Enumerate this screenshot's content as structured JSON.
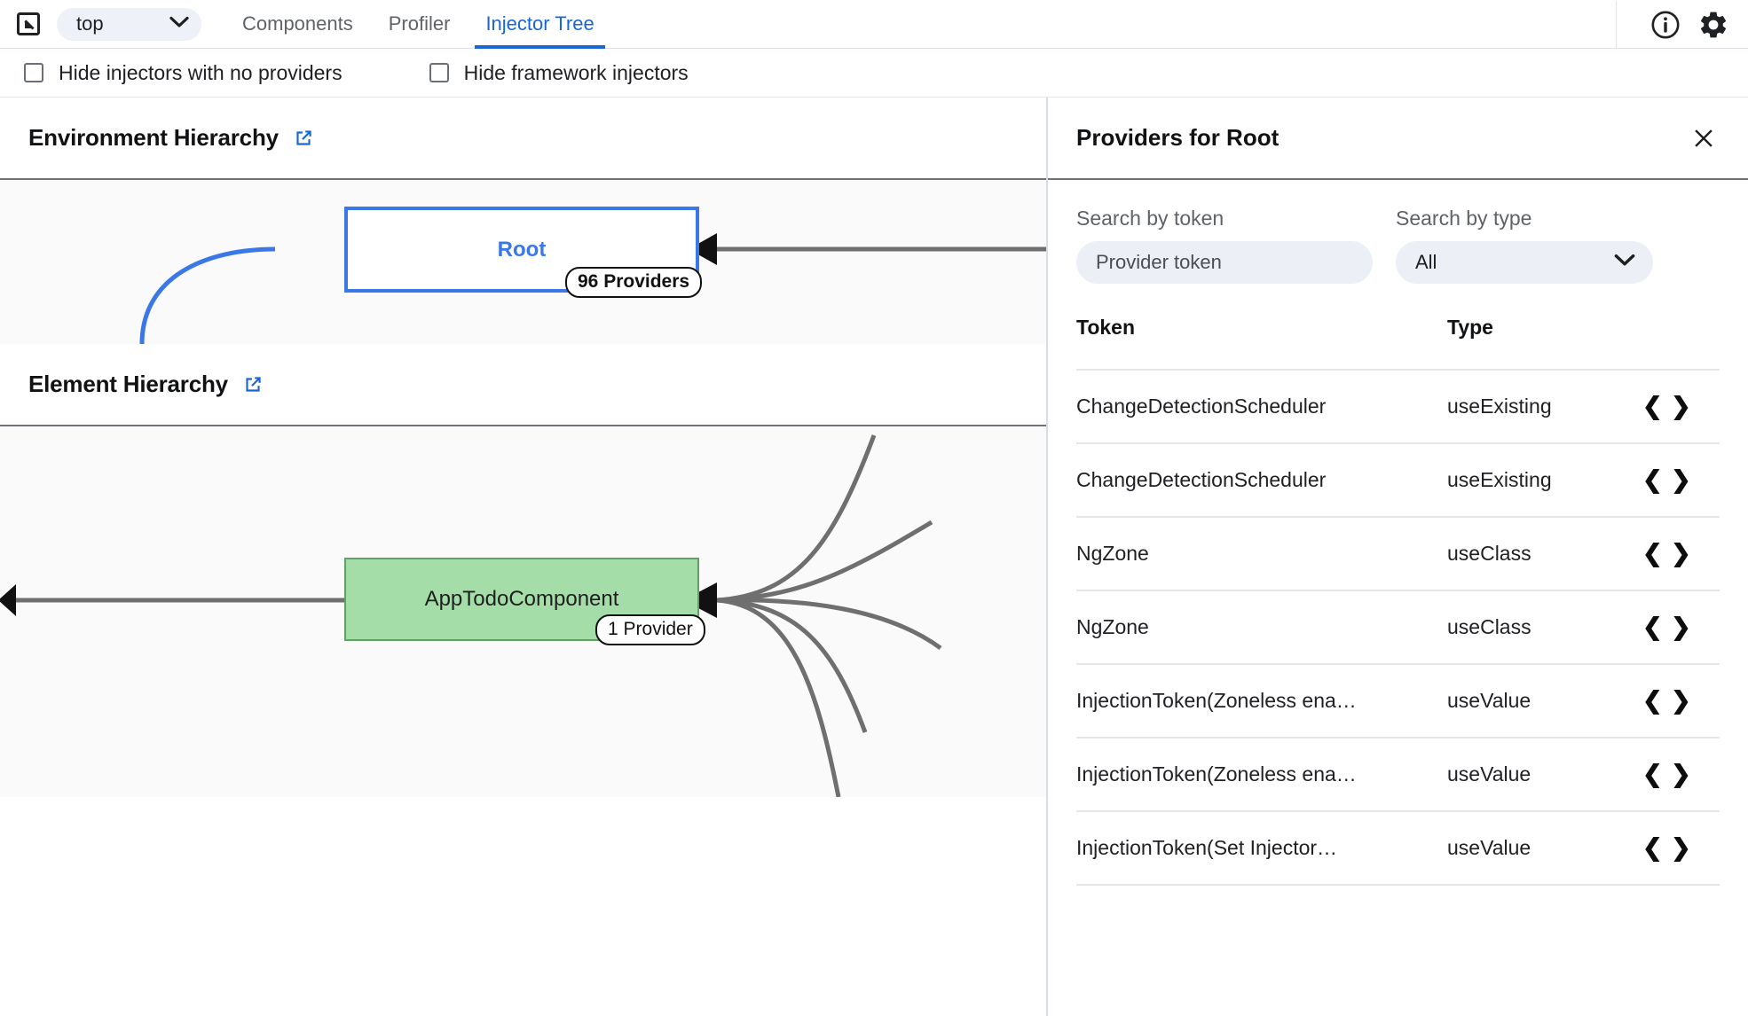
{
  "toolbar": {
    "select_frame_icon": "inspect-element-icon",
    "frame_value": "top",
    "chevron_icon": "chevron-down-icon",
    "tabs": [
      {
        "label": "Components",
        "active": false
      },
      {
        "label": "Profiler",
        "active": false
      },
      {
        "label": "Injector Tree",
        "active": true
      }
    ],
    "info_icon": "info-icon",
    "settings_icon": "gear-icon"
  },
  "filters": [
    {
      "label": "Hide injectors with no providers",
      "checked": false
    },
    {
      "label": "Hide framework injectors",
      "checked": false
    }
  ],
  "environment_hierarchy": {
    "title": "Environment Hierarchy",
    "open_icon": "open-in-new-icon",
    "node": {
      "label": "Root",
      "badge": "96 Providers"
    }
  },
  "element_hierarchy": {
    "title": "Element Hierarchy",
    "open_icon": "open-in-new-icon",
    "node": {
      "label": "AppTodoComponent",
      "badge": "1 Provider"
    }
  },
  "providers_panel": {
    "title": "Providers for Root",
    "close_icon": "close-icon",
    "search_token": {
      "label": "Search by token",
      "placeholder": "Provider token",
      "value": ""
    },
    "search_type": {
      "label": "Search by type",
      "value": "All",
      "chevron_icon": "chevron-down-icon",
      "options": [
        "All"
      ]
    },
    "columns": {
      "token": "Token",
      "type": "Type"
    },
    "row_action_icon": "code-icon",
    "row_action_glyph": "❮ ❯",
    "rows": [
      {
        "token": "ChangeDetectionScheduler",
        "type": "useExisting"
      },
      {
        "token": "ChangeDetectionScheduler",
        "type": "useExisting"
      },
      {
        "token": "NgZone",
        "type": "useClass"
      },
      {
        "token": "NgZone",
        "type": "useClass"
      },
      {
        "token": "InjectionToken(Zoneless ena…",
        "type": "useValue"
      },
      {
        "token": "InjectionToken(Zoneless ena…",
        "type": "useValue"
      },
      {
        "token": "InjectionToken(Set Injector…",
        "type": "useValue"
      }
    ]
  },
  "colors": {
    "accent_blue": "#1967d2",
    "node_border_blue": "#3b78e7",
    "component_green_fill": "#a5dda8",
    "component_green_border": "#60a265",
    "edge_gray": "#6f6f6f",
    "pill_bg": "#eceff6"
  }
}
